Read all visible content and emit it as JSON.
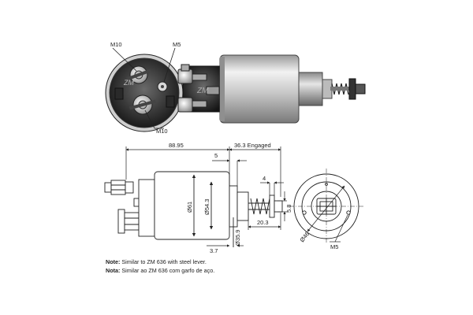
{
  "callouts": {
    "top_left_stud": "M10",
    "top_right_stud": "M5",
    "bottom_stud": "M10"
  },
  "dimensions": {
    "overall_length": "88.95",
    "engaged": "36.3 Engaged",
    "flange_offset": "5",
    "plunger_offset": "4",
    "body_diameter": "Ø61",
    "inner_diameter": "Ø54.3",
    "flange_thickness": "3.7",
    "nose_diameter": "Ø35.9",
    "stroke": "20.3",
    "pin_length": "5.8",
    "face_diameter": "Ø46",
    "face_thread": "M5"
  },
  "notes": {
    "en_label": "Note:",
    "en_text": "Similar to ZM 636 with steel lever.",
    "pt_label": "Nota:",
    "pt_text": "Similar ao ZM 636 com garfo de aço."
  },
  "colors": {
    "line": "#222222",
    "metal_light": "#e8e8e8",
    "metal_mid": "#b9b9b9",
    "metal_dark": "#555555",
    "cap_dark": "#1e1e1e"
  }
}
